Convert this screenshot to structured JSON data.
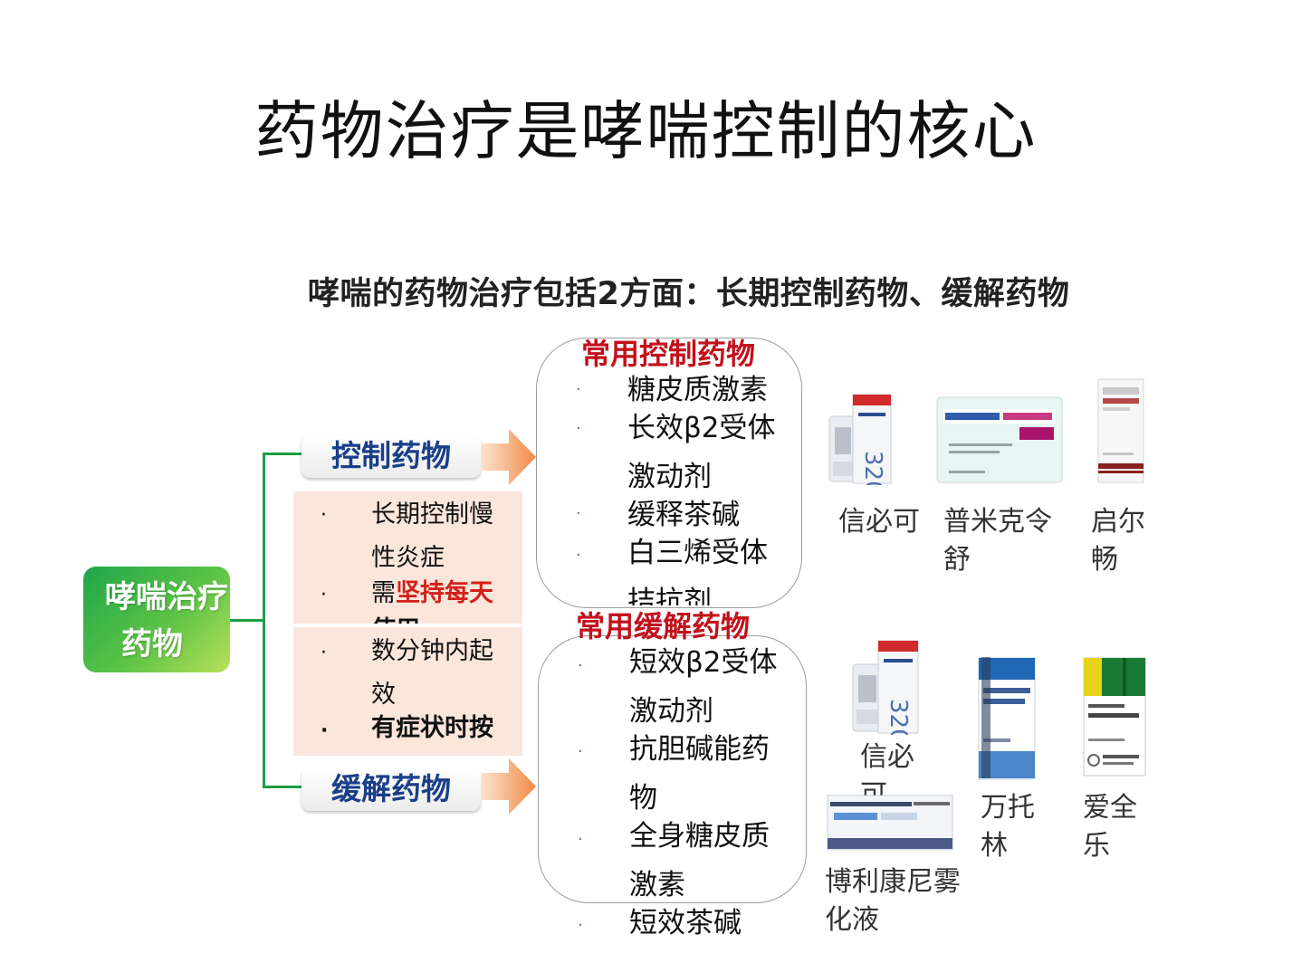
{
  "title": "药物治疗是哮喘控制的核心",
  "subtitle": "哮喘的药物治疗包括2方面：长期控制药物、缓解药物",
  "root": {
    "line1": "哮喘治疗",
    "line2": "药物"
  },
  "control": {
    "label": "控制药物",
    "desc": [
      {
        "text": "长期控制慢"
      },
      {
        "text": "性炎症"
      },
      {
        "prefix": "需",
        "emph": "坚持每天"
      },
      {
        "emph": "使用"
      }
    ],
    "heading": "常用控制药物",
    "items": [
      "糖皮质激素",
      "长效β2受体",
      "激动剂",
      "缓释茶碱",
      "白三烯受体",
      "拮抗剂"
    ],
    "products": [
      "信必可",
      "普米克令",
      "舒",
      "启尔",
      "畅"
    ]
  },
  "relief": {
    "label": "缓解药物",
    "desc": [
      {
        "text": "数分钟内起"
      },
      {
        "text": "效"
      },
      {
        "emph": "有症状时按"
      }
    ],
    "heading": "常用缓解药物",
    "items": [
      "短效β2受体",
      "激动剂",
      "抗胆碱能药",
      "物",
      "全身糖皮质",
      "激素",
      "短效茶碱"
    ],
    "products": [
      "信必",
      "可",
      "万托",
      "林",
      "爱全",
      "乐",
      "博利康尼雾",
      "化液"
    ]
  },
  "colors": {
    "accent_red": "#c3111b",
    "green": "#1d9e45",
    "navy": "#1a3f8a",
    "peach": "#fbe6dc",
    "arrow": "#f08c4a"
  }
}
